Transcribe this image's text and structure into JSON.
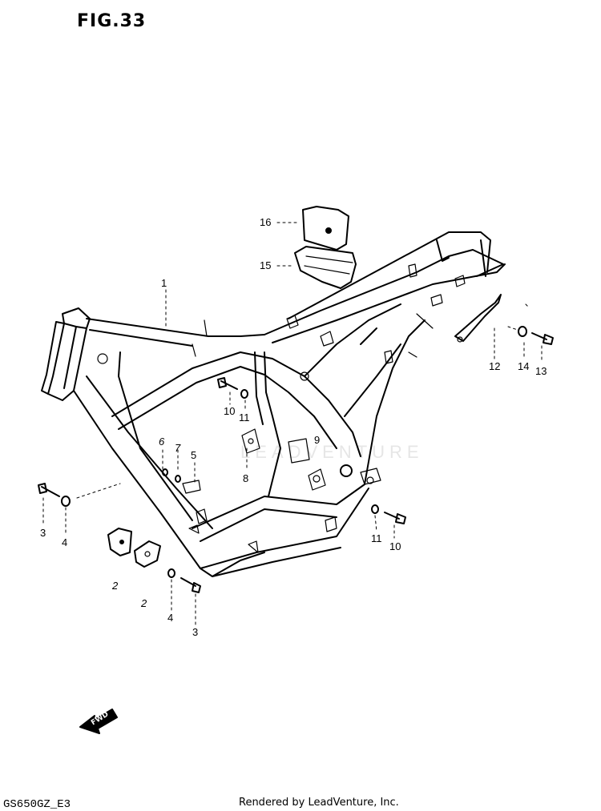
{
  "figure": {
    "title": "FIG.33"
  },
  "watermark": "LEADVENTURE",
  "callouts": [
    {
      "id": "1",
      "label": "1"
    },
    {
      "id": "16",
      "label": "16"
    },
    {
      "id": "15",
      "label": "15"
    },
    {
      "id": "12",
      "label": "12"
    },
    {
      "id": "14",
      "label": "14"
    },
    {
      "id": "13",
      "label": "13"
    },
    {
      "id": "10a",
      "label": "10"
    },
    {
      "id": "11a",
      "label": "11"
    },
    {
      "id": "9",
      "label": "9"
    },
    {
      "id": "6",
      "label": "6"
    },
    {
      "id": "7",
      "label": "7"
    },
    {
      "id": "5",
      "label": "5"
    },
    {
      "id": "8",
      "label": "8"
    },
    {
      "id": "3a",
      "label": "3"
    },
    {
      "id": "4a",
      "label": "4"
    },
    {
      "id": "11b",
      "label": "11"
    },
    {
      "id": "10b",
      "label": "10"
    },
    {
      "id": "2a",
      "label": "2"
    },
    {
      "id": "2b",
      "label": "2"
    },
    {
      "id": "4b",
      "label": "4"
    },
    {
      "id": "3b",
      "label": "3"
    }
  ],
  "fwd_arrow": {
    "label": "FWD",
    "icon": "fwd-arrow-icon"
  },
  "footer": {
    "model_code": "GS650GZ_E3",
    "credit": "Rendered by LeadVenture, Inc."
  }
}
